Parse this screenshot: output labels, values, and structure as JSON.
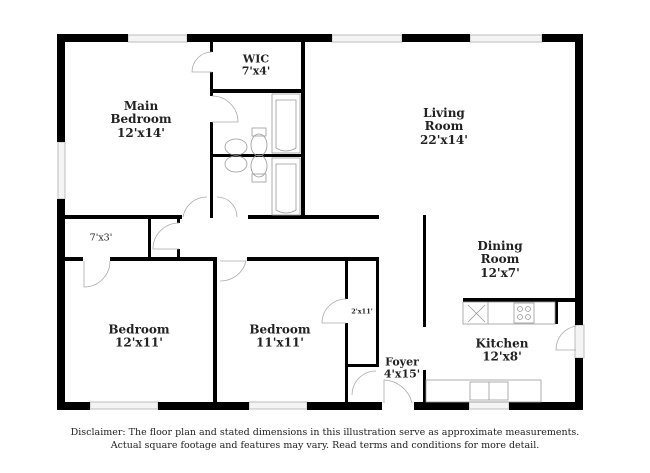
{
  "plan": {
    "rooms": [
      {
        "id": "main-bedroom",
        "name": "Main\nBedroom",
        "name_l1": "Main",
        "name_l2": "Bedroom",
        "dims": "12'x14'"
      },
      {
        "id": "wic",
        "name": "WIC",
        "dims": "7'x4'"
      },
      {
        "id": "living-room",
        "name_l1": "Living",
        "name_l2": "Room",
        "dims": "22'x14'"
      },
      {
        "id": "dining-room",
        "name_l1": "Dining",
        "name_l2": "Room",
        "dims": "12'x7'"
      },
      {
        "id": "kitchen",
        "name": "Kitchen",
        "dims": "12'x8'"
      },
      {
        "id": "bedroom-2",
        "name": "Bedroom",
        "dims": "12'x11'"
      },
      {
        "id": "bedroom-3",
        "name": "Bedroom",
        "dims": "11'x11'"
      },
      {
        "id": "foyer",
        "name": "Foyer",
        "dims": "4'x15'"
      },
      {
        "id": "closet-hall",
        "dims": "7'x3'"
      },
      {
        "id": "closet-bedroom-3",
        "dims": "2'x11'"
      }
    ],
    "fixtures": [
      "bathtub",
      "bathtub",
      "toilet",
      "toilet",
      "double-sink-vanity",
      "kitchen-sink",
      "range",
      "dishwasher"
    ],
    "colors": {
      "wall": "#000000",
      "window": "#d9d9d9",
      "fixture_line": "#999999",
      "text": "#222222"
    }
  },
  "disclaimer": {
    "line1": "Disclaimer: The floor plan and stated dimensions in this illustration serve as approximate measurements.",
    "line2": "Actual square footage and features may vary. Read terms and conditions for more detail."
  }
}
